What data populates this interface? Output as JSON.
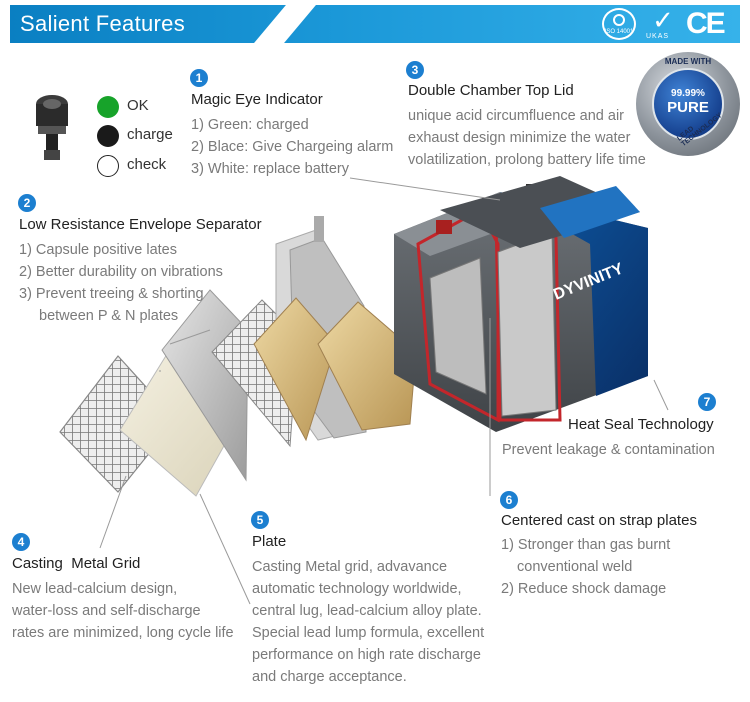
{
  "header": {
    "title": "Salient Features",
    "iso_label": "ISO 14001",
    "ukas_label": "UKAS",
    "ce_label": "CE"
  },
  "seal": {
    "made_with": "MADE WITH",
    "percent": "99.99%",
    "pure": "PURE",
    "lead_technology": "LEAD TECHNOLOGY"
  },
  "battery_brand": "DYVINITY",
  "colors": {
    "header_blue": "#1b98d8",
    "badge_blue": "#1c7fd0",
    "green": "#17a32a",
    "leader_line": "#9a9a9a"
  },
  "legend": [
    {
      "label": "OK",
      "color": "#17a32a"
    },
    {
      "label": "charge",
      "color": "#1a1a1a"
    },
    {
      "label": "check",
      "color": "#ffffff"
    }
  ],
  "features": {
    "f1": {
      "number": "1",
      "title": "Magic Eye Indicator",
      "lines": [
        "1) Green: charged",
        "2) Blace: Give Chargeing alarm",
        "3) White: replace battery"
      ]
    },
    "f2": {
      "number": "2",
      "title": "Low Resistance Envelope Separator",
      "lines": [
        "1) Capsule positive lates",
        "2) Better durability on vibrations",
        "3) Prevent treeing & shorting",
        "between P & N plates"
      ]
    },
    "f3": {
      "number": "3",
      "title": "Double Chamber Top Lid",
      "lines": [
        "unique acid circumfluence and air",
        "exhaust design minimize the water",
        "volatilization, prolong battery life time"
      ]
    },
    "f4": {
      "number": "4",
      "title": "Casting  Metal Grid",
      "lines": [
        "New lead-calcium design,",
        "water-loss and self-discharge",
        "rates are minimized, long cycle life"
      ]
    },
    "f5": {
      "number": "5",
      "title": "Plate",
      "lines": [
        "Casting Metal grid, advavance",
        "automatic technology worldwide,",
        "central lug, lead-calcium alloy plate.",
        "Special lead lump formula, excellent",
        "performance on high rate discharge",
        "and charge acceptance."
      ]
    },
    "f6": {
      "number": "6",
      "title": "Centered cast on strap plates",
      "lines": [
        "1) Stronger than gas burnt",
        "conventional weld",
        "2) Reduce shock damage"
      ]
    },
    "f7": {
      "number": "7",
      "title": "Heat Seal Technology",
      "lines": [
        "Prevent leakage & contamination"
      ]
    }
  }
}
